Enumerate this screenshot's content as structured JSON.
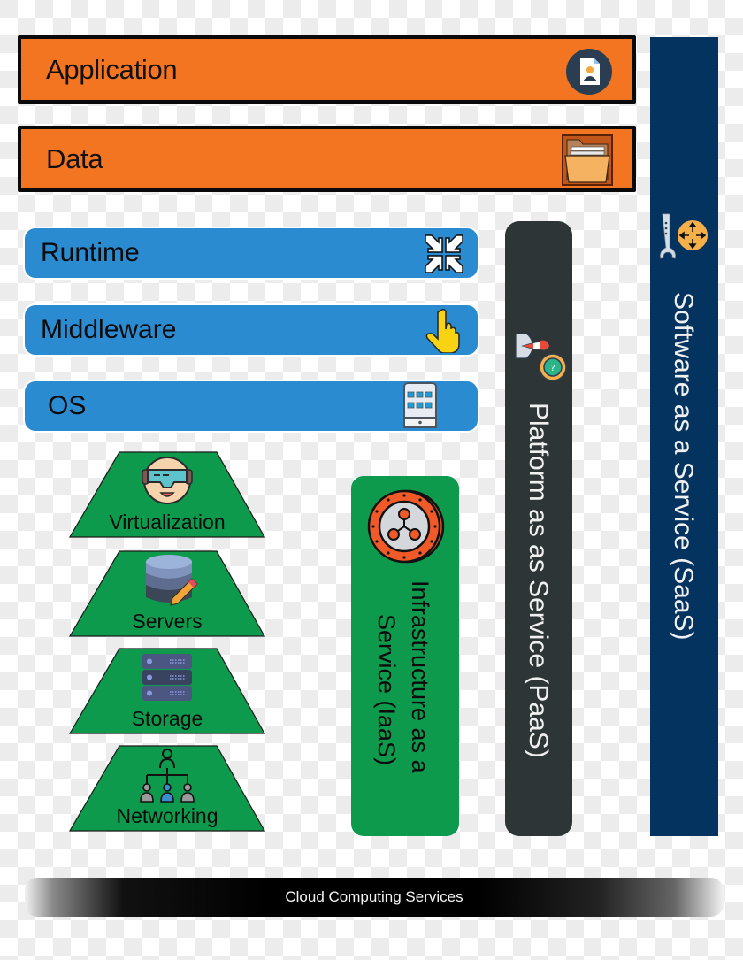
{
  "diagram": {
    "title": "Cloud Computing Services",
    "layers": {
      "application": {
        "label": "Application",
        "icon": "user-document-icon",
        "color": "#f47521"
      },
      "data": {
        "label": "Data",
        "icon": "file-folder-icon",
        "color": "#f47521"
      },
      "runtime": {
        "label": "Runtime",
        "icon": "compress-arrows-icon",
        "color": "#2b8bd0"
      },
      "middleware": {
        "label": "Middleware",
        "icon": "pointing-hand-icon",
        "color": "#2b8bd0"
      },
      "os": {
        "label": "OS",
        "icon": "tablet-apps-icon",
        "color": "#2b8bd0"
      },
      "virtualization": {
        "label": "Virtualization",
        "icon": "vr-headset-face-icon",
        "color": "#0e9a4d"
      },
      "servers": {
        "label": "Servers",
        "icon": "database-pencil-icon",
        "color": "#0e9a4d"
      },
      "storage": {
        "label": "Storage",
        "icon": "server-rack-icon",
        "color": "#0e9a4d"
      },
      "networking": {
        "label": "Networking",
        "icon": "org-network-icon",
        "color": "#0e9a4d"
      }
    },
    "service_models": {
      "iaas": {
        "line1": "Infrastructure as a",
        "line2": "Service (IaaS)",
        "icon": "coin-network-icon",
        "color": "#0e9a4d"
      },
      "paas": {
        "label": "Platform as as Service (PaaS)",
        "icon": "rocket-support-icon",
        "color": "#2d3536"
      },
      "saas": {
        "label": "Software as a Service (SaaS)",
        "icon": "wrench-direction-icon",
        "color": "#04335f"
      }
    },
    "footer": {
      "label": "Cloud Computing Services"
    }
  }
}
